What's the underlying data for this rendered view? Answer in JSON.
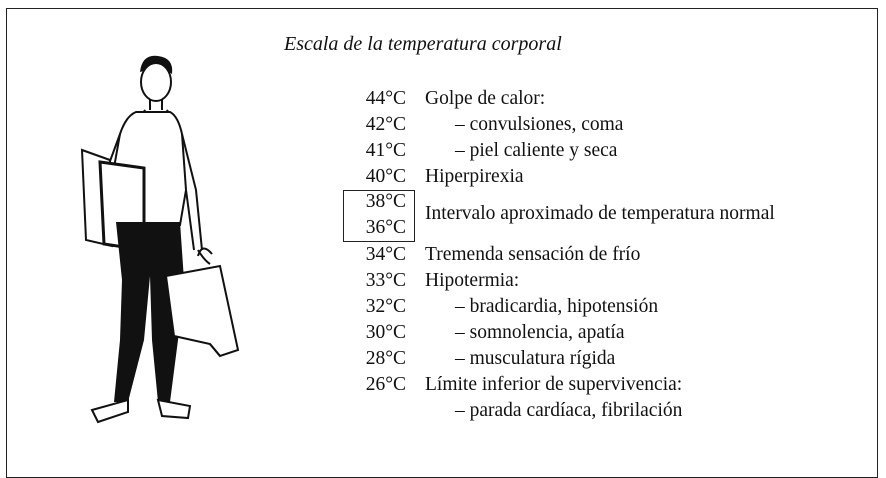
{
  "title": "Escala de la temperatura corporal",
  "figure_icon": "man-carrying-bags-icon",
  "rows": [
    {
      "temp": "44°C",
      "desc": "Golpe de calor:",
      "sub": false
    },
    {
      "temp": "42°C",
      "desc": "– convulsiones, coma",
      "sub": true
    },
    {
      "temp": "41°C",
      "desc": "– piel caliente y seca",
      "sub": true
    },
    {
      "temp": "40°C",
      "desc": "Hiperpirexia",
      "sub": false
    },
    {
      "temp": "38°C",
      "desc": "",
      "sub": false
    },
    {
      "temp": "",
      "desc": "Intervalo aproximado de temperatura normal",
      "sub": false
    },
    {
      "temp": "36°C",
      "desc": "",
      "sub": false
    },
    {
      "temp": "34°C",
      "desc": "Tremenda sensación de frío",
      "sub": false
    },
    {
      "temp": "33°C",
      "desc": "Hipotermia:",
      "sub": false
    },
    {
      "temp": "32°C",
      "desc": "– bradicardia, hipotensión",
      "sub": true
    },
    {
      "temp": "30°C",
      "desc": "– somnolencia, apatía",
      "sub": true
    },
    {
      "temp": "28°C",
      "desc": "– musculatura rígida",
      "sub": true
    },
    {
      "temp": "26°C",
      "desc": "Límite inferior de supervivencia:",
      "sub": false
    },
    {
      "temp": "",
      "desc": "– parada cardíaca, fibrilación",
      "sub": true
    }
  ]
}
